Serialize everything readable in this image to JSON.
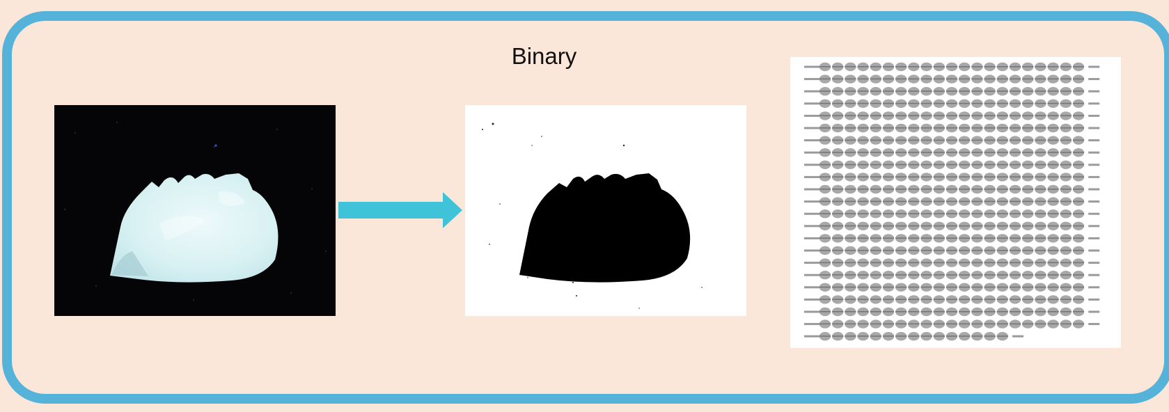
{
  "title": "Binary",
  "colors": {
    "background": "#fbe7da",
    "frame_border": "#55b3d9",
    "arrow": "#3ec3d9",
    "photo_background": "#050507",
    "specimen": "#dff3f4",
    "binary_shape": "#000000"
  },
  "icons": {
    "arrow": "right-arrow-icon"
  },
  "thumbnail_grid": {
    "rows": 23,
    "columns": 21,
    "last_row_columns": 15
  }
}
